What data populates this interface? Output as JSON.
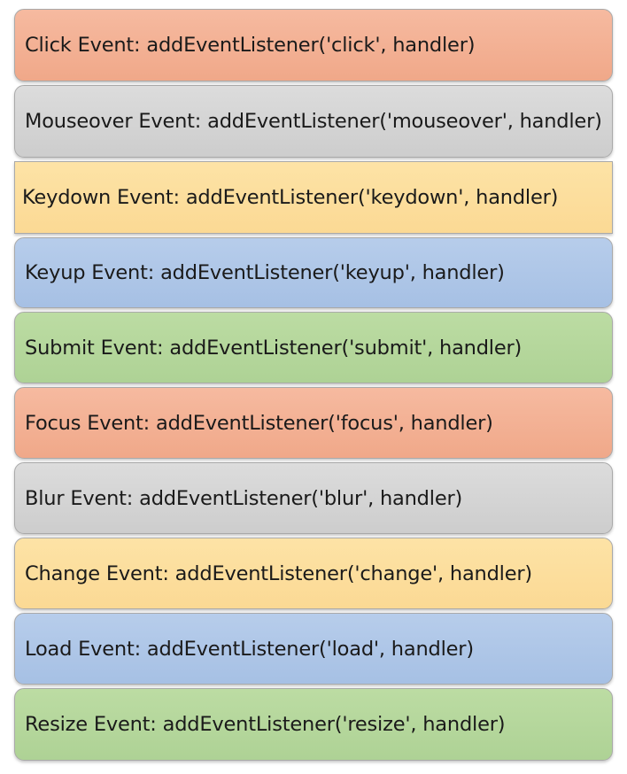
{
  "events": [
    {
      "label": "Click Event: addEventListener('click', handler)",
      "color": "salmon"
    },
    {
      "label": "Mouseover Event: addEventListener('mouseover', handler)",
      "color": "gray"
    },
    {
      "label": "Keydown Event: addEventListener('keydown', handler)",
      "color": "yellow"
    },
    {
      "label": "Keyup Event: addEventListener('keyup', handler)",
      "color": "blue"
    },
    {
      "label": "Submit Event: addEventListener('submit', handler)",
      "color": "green"
    },
    {
      "label": "Focus Event: addEventListener('focus', handler)",
      "color": "salmon"
    },
    {
      "label": "Blur Event: addEventListener('blur', handler)",
      "color": "gray"
    },
    {
      "label": "Change Event: addEventListener('change', handler)",
      "color": "yellow"
    },
    {
      "label": "Load Event: addEventListener('load', handler)",
      "color": "blue"
    },
    {
      "label": "Resize Event: addEventListener('resize', handler)",
      "color": "green"
    }
  ],
  "palette": {
    "salmon": "#f3b196",
    "gray": "#d5d5d5",
    "yellow": "#fcde9e",
    "blue": "#afc7e8",
    "green": "#b5d79c"
  }
}
